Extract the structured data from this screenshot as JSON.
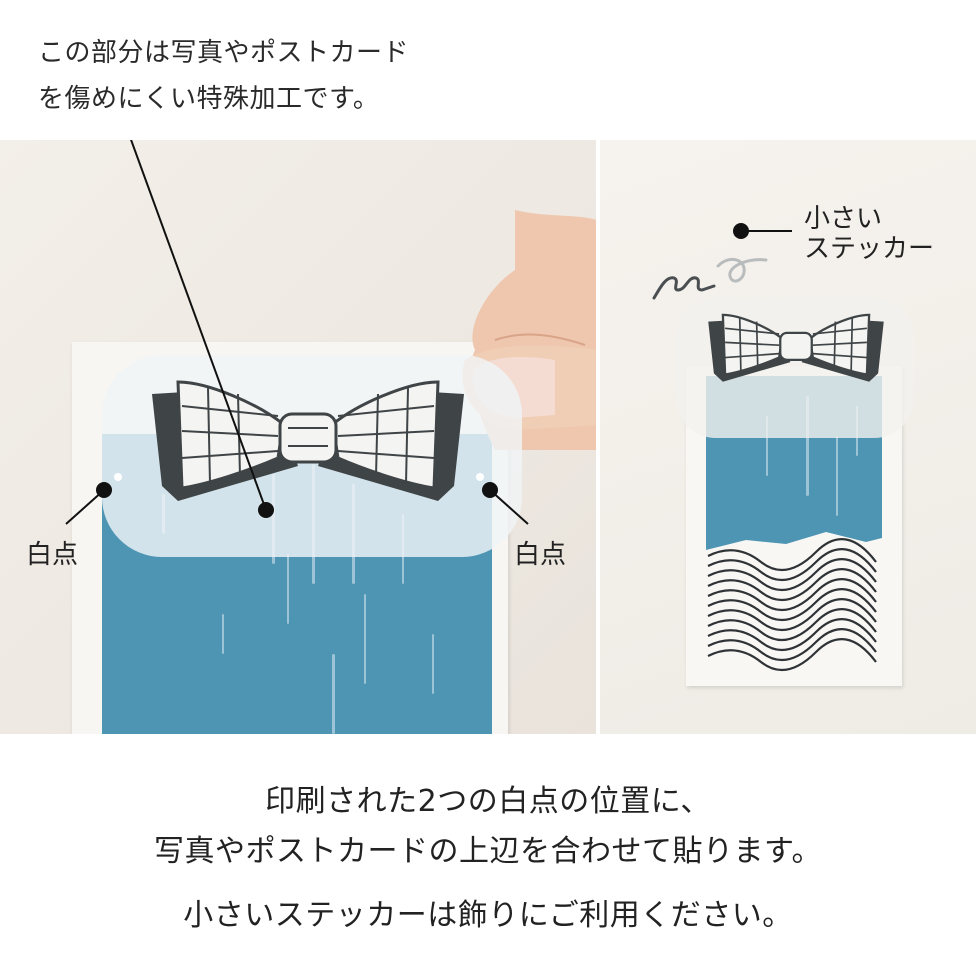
{
  "top_annotation": {
    "line1": "この部分は写真やポストカード",
    "line2": "を傷めにくい特殊加工です。"
  },
  "left_photo": {
    "white_dot_label_left": "白点",
    "white_dot_label_right": "白点"
  },
  "right_photo": {
    "small_sticker_label_line1": "小さい",
    "small_sticker_label_line2": "ステッカー"
  },
  "bottom_caption": {
    "line1": "印刷された2つの白点の位置に、",
    "line2": "写真やポストカードの上辺を合わせて貼ります。",
    "line3": "小さいステッカーは飾りにご利用ください。"
  },
  "colors": {
    "card_blue": "#4e95b4",
    "bow_dark": "#3f4447",
    "wall": "#efebe5",
    "sleeve": "#eef2f4"
  },
  "icons": {
    "pointer_dot": "black-dot",
    "bow": "bow-ribbon-illustration",
    "swirl": "swirl-sticker"
  }
}
